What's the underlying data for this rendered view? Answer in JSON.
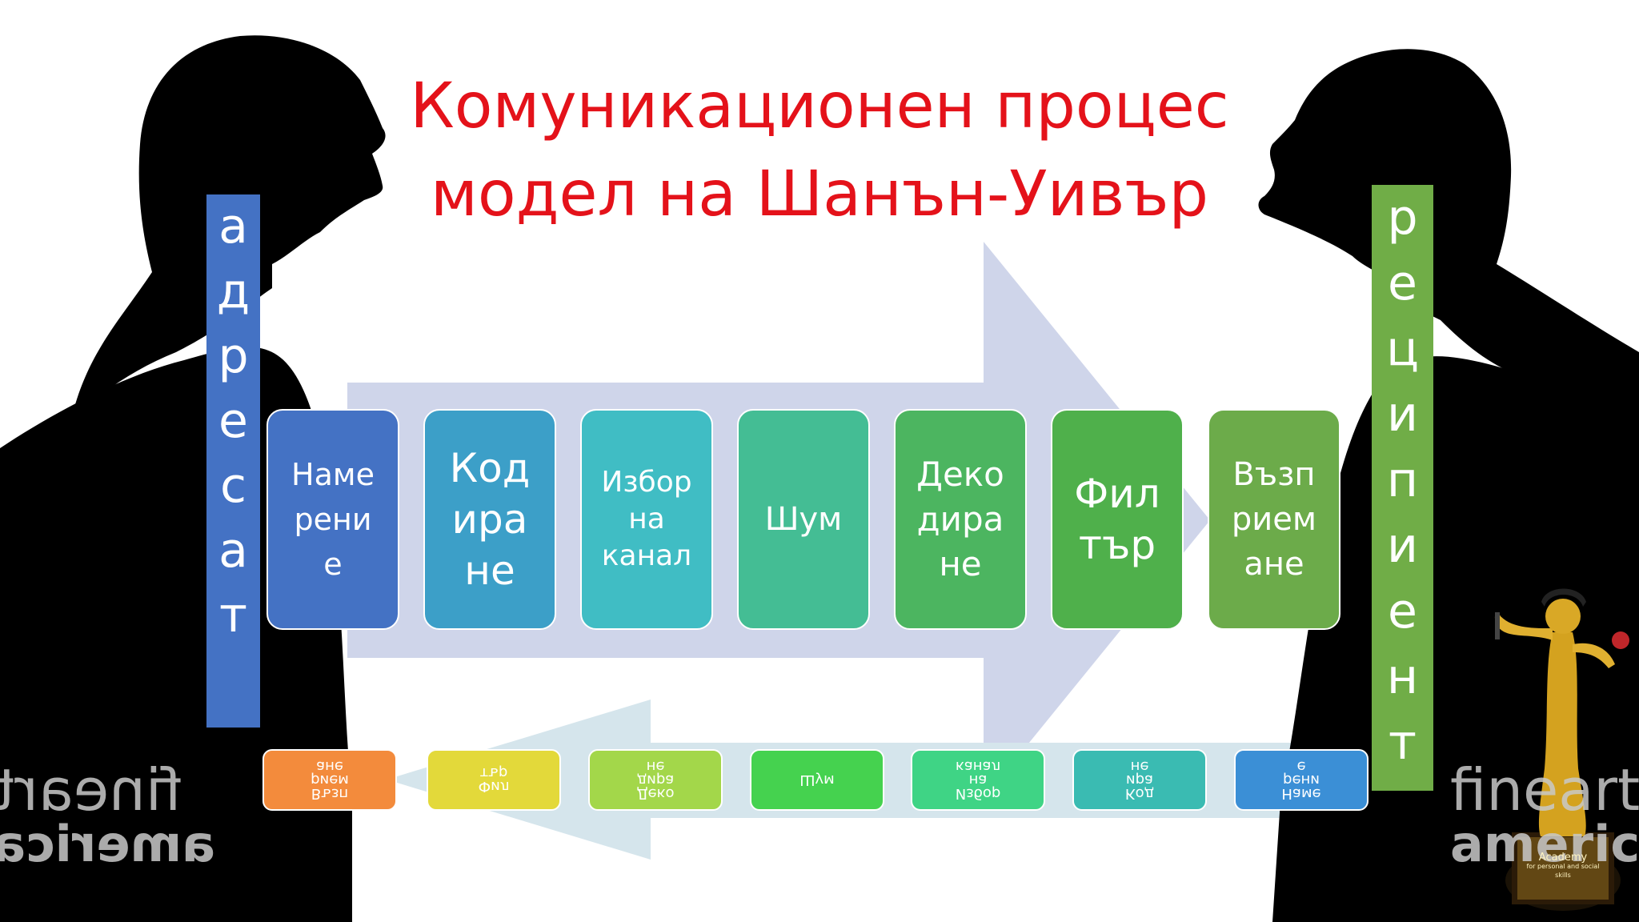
{
  "title": {
    "line1": "Комуникационен процес",
    "line2": "модел на Шанън-Уивър"
  },
  "sender_label": [
    "а",
    "д",
    "р",
    "е",
    "с",
    "а",
    "т"
  ],
  "receiver_label": [
    "р",
    "е",
    "ц",
    "и",
    "п",
    "и",
    "е",
    "н",
    "т"
  ],
  "steps": [
    {
      "text": "Наме\nрени\nе",
      "color": "#4472c4"
    },
    {
      "text": "Код\nира\nне",
      "color": "#3c9fc8"
    },
    {
      "text": "Избор\nна\nканал",
      "color": "#40bdc4"
    },
    {
      "text": "Шум",
      "color": "#44bd94"
    },
    {
      "text": "Деко\nдира\nне",
      "color": "#4cb560"
    },
    {
      "text": "Фил\nтър",
      "color": "#4fb04b"
    },
    {
      "text": "Възп\nрием\nане",
      "color": "#6cab4a"
    }
  ],
  "feedback_steps": [
    {
      "text": "Възп\nрием\nане",
      "color": "#f38b3c"
    },
    {
      "text": "Фил\nтър",
      "color": "#e3d93a"
    },
    {
      "text": "Деко\nдира\nне",
      "color": "#a3d74a"
    },
    {
      "text": "Шум",
      "color": "#45d24f"
    },
    {
      "text": "Избор\nна\nканал",
      "color": "#3fd485"
    },
    {
      "text": "Код\nира\nне",
      "color": "#3abbb2"
    },
    {
      "text": "Наме\nрени\nе",
      "color": "#3b8fd6"
    }
  ],
  "colors": {
    "title": "#e4121a",
    "big_arrow": "#cfd5ea",
    "feedback_arrow": "#d5e5ec",
    "silhouette": "#000000"
  },
  "icons": [
    "person-silhouette-icon",
    "trophy-statue-icon"
  ],
  "trophy": {
    "text1": "Academy",
    "text2": "for personal and social",
    "text3": "skills"
  },
  "watermarks": {
    "left1": "fineart",
    "left2": "america",
    "right1": "fineart",
    "right2": "america"
  }
}
